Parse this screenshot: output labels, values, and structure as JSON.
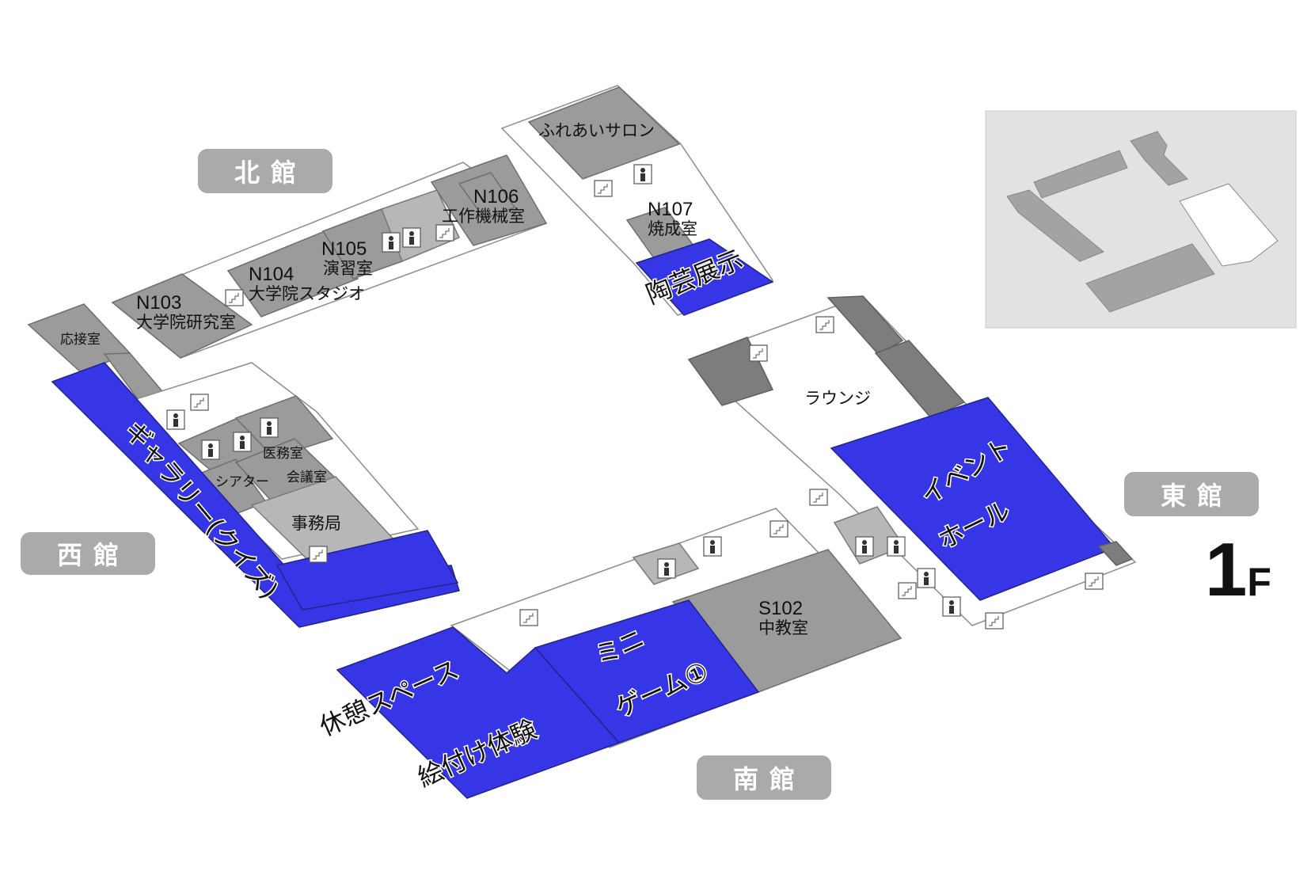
{
  "colors": {
    "highlight": "#3636e6",
    "room": "#9b9b9b",
    "room_light": "#b7b7b7",
    "badge": "#aaaaaa",
    "minimap_bg": "#e2e2e2"
  },
  "floor": {
    "number": "1",
    "suffix": "F"
  },
  "buildings": {
    "north": "北館",
    "west": "西館",
    "east": "東館",
    "south": "南館"
  },
  "rooms": {
    "salon": "ふれあいサロン",
    "n106_code": "N106",
    "n106_name": "工作機械室",
    "n107_code": "N107",
    "n107_name": "焼成室",
    "n105_code": "N105",
    "n105_name": "演習室",
    "n104_code": "N104",
    "n104_name": "大学院スタジオ",
    "n103_code": "N103",
    "n103_name": "大学院研究室",
    "reception": "応接室",
    "medical": "医務室",
    "theater": "シアター",
    "meeting": "会議室",
    "office": "事務局",
    "lounge": "ラウンジ",
    "s102_code": "S102",
    "s102_name": "中教室"
  },
  "events": {
    "ceramics": "陶芸展示",
    "gallery": "ギャラリー(クイズ)",
    "event_hall_1": "イベント",
    "event_hall_2": "ホール",
    "rest_space": "休憩スペース",
    "painting": "絵付け体験",
    "mini_game_1": "ミニ",
    "mini_game_2": "ゲーム①"
  },
  "icons": [
    "stairs-icon",
    "restroom-icon",
    "accessible-restroom-icon",
    "elevator-icon"
  ]
}
